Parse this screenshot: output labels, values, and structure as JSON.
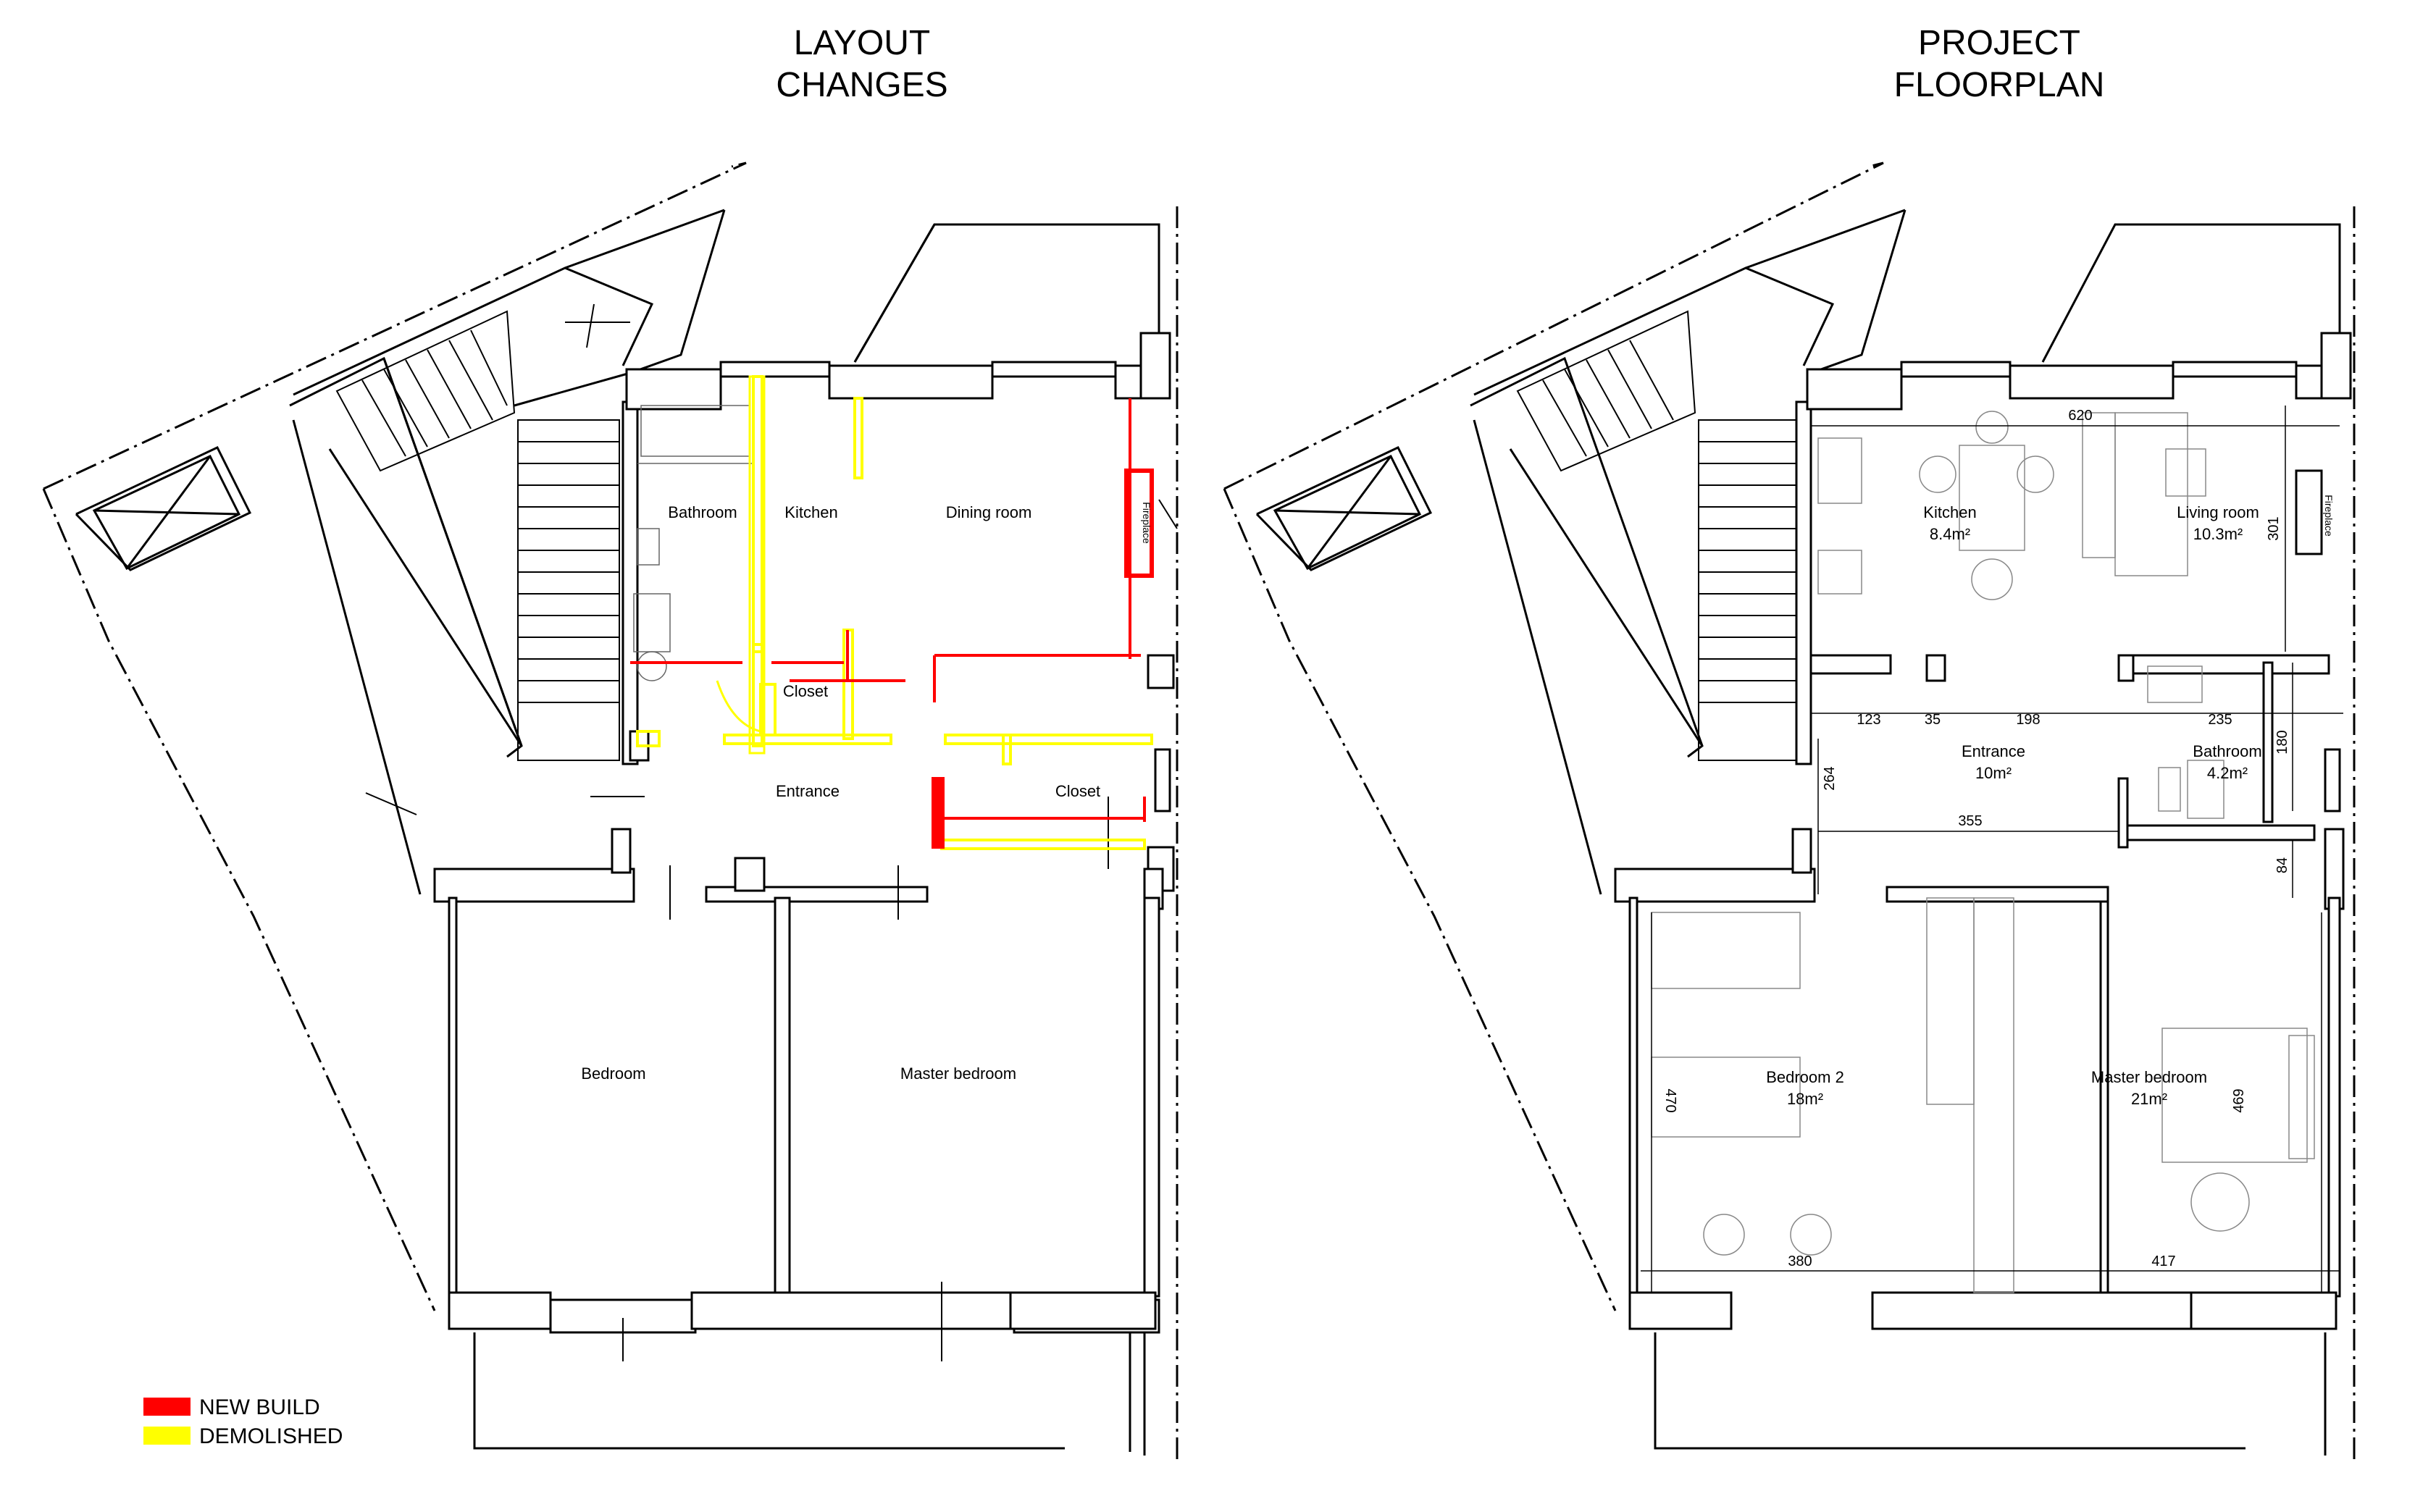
{
  "left_plan": {
    "title_line1": "LAYOUT",
    "title_line2": "CHANGES",
    "rooms": {
      "bathroom": "Bathroom",
      "kitchen": "Kitchen",
      "dining": "Dining room",
      "fireplace": "Fireplace",
      "closet1": "Closet",
      "entrance": "Entrance",
      "closet2": "Closet",
      "bedroom": "Bedroom",
      "master": "Master bedroom"
    }
  },
  "right_plan": {
    "title_line1": "PROJECT",
    "title_line2": "FLOORPLAN",
    "rooms": {
      "kitchen": "Kitchen",
      "kitchen_area": "8.4m²",
      "living": "Living room",
      "living_area": "10.3m²",
      "fireplace": "Fireplace",
      "entrance": "Entrance",
      "entrance_area": "10m²",
      "bathroom": "Bathroom",
      "bathroom_area": "4.2m²",
      "bedroom2": "Bedroom 2",
      "bedroom2_area": "18m²",
      "master": "Master bedroom",
      "master_area": "21m²"
    },
    "dimensions": {
      "d620": "620",
      "d301": "301",
      "d123": "123",
      "d35": "35",
      "d198": "198",
      "d235": "235",
      "d180": "180",
      "d264": "264",
      "d355": "355",
      "d84": "84",
      "d470": "470",
      "d469": "469",
      "d380": "380",
      "d417": "417"
    }
  },
  "legend": {
    "new_build": "NEW BUILD",
    "demolished": "DEMOLISHED",
    "new_build_color": "#ff0000",
    "demolished_color": "#ffff00"
  }
}
